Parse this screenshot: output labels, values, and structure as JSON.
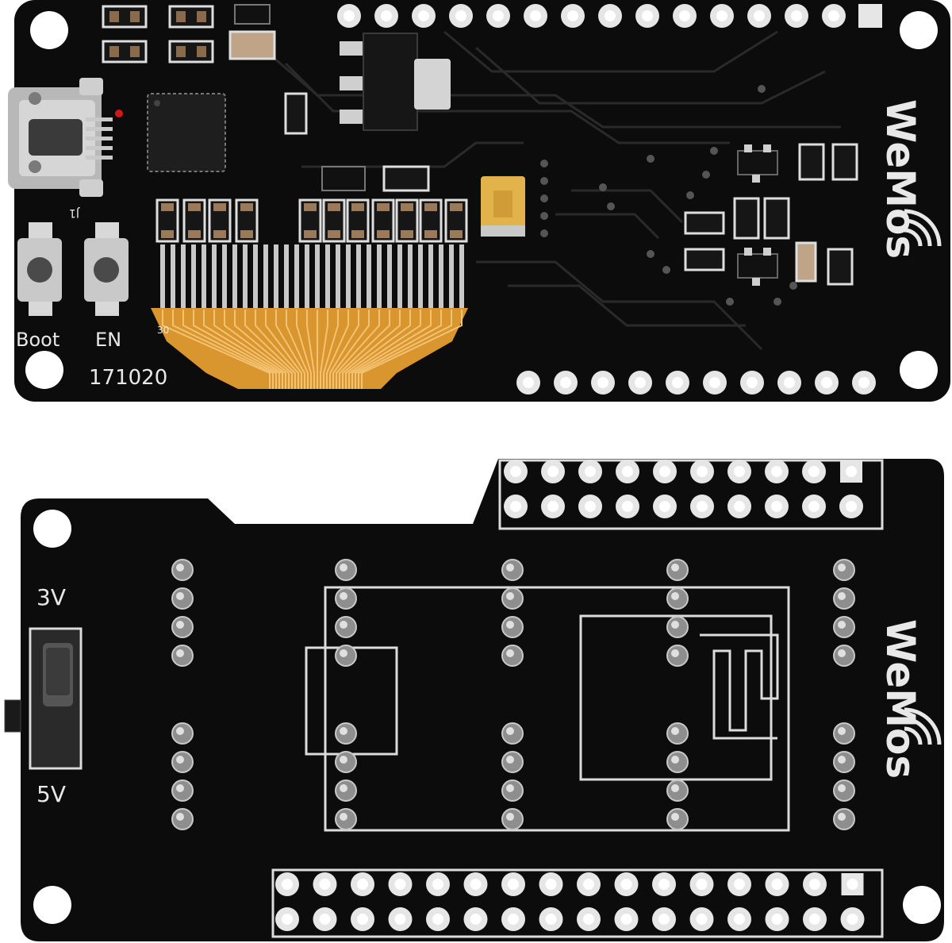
{
  "top_board": {
    "label_boot": "Boot",
    "label_en": "EN",
    "date_code": "171020",
    "connector_label": "J1",
    "brand": "WeMos",
    "fpc_pin_label": "30"
  },
  "bottom_board": {
    "label_3v": "3V",
    "label_5v": "5V",
    "brand": "WeMos"
  },
  "colors": {
    "pcb": "#0c0c0c",
    "pad": "#e6e6e6",
    "fpc": "#d9952e",
    "tantalum": "#e2b24b",
    "silkscreen": "#e8e8e8"
  }
}
